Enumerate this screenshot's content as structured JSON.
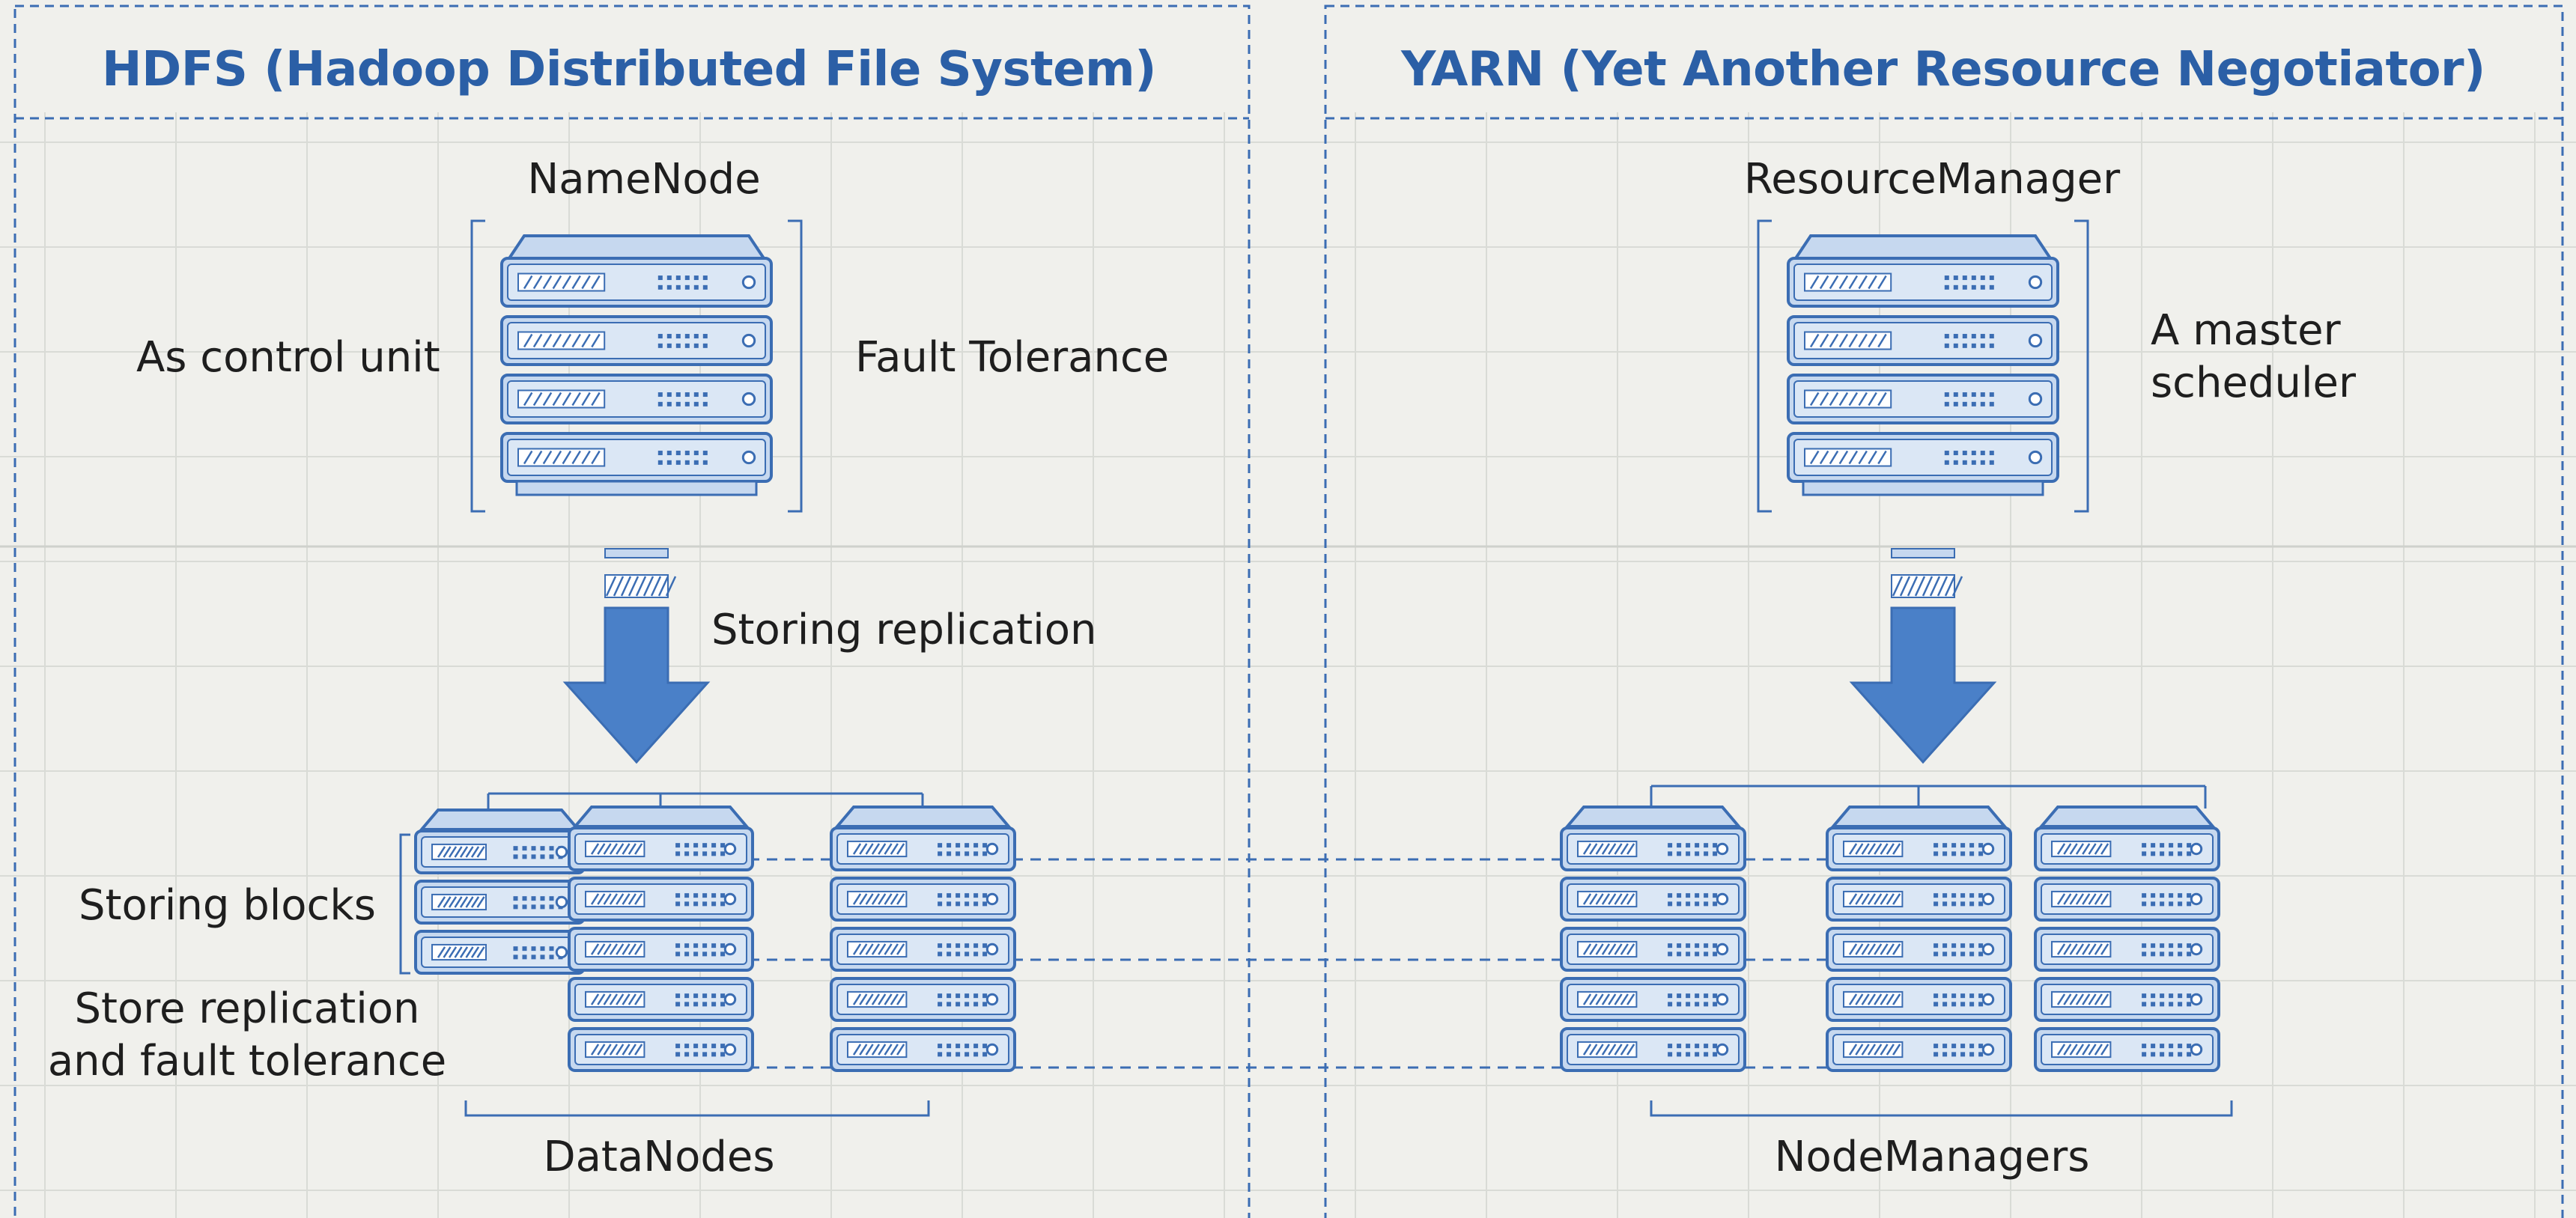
{
  "hdfs": {
    "title": "HDFS (Hadoop Distributed File System)",
    "master_label": "NameNode",
    "master_left_note": "As control unit",
    "master_right_note": "Fault Tolerance",
    "arrow_label": "Storing replication",
    "workers_label": "DataNodes",
    "worker_note_1": "Storing blocks",
    "worker_note_2_line1": "Store replication",
    "worker_note_2_line2": "and fault tolerance"
  },
  "yarn": {
    "title": "YARN (Yet Another Resource Negotiator)",
    "master_label": "ResourceManager",
    "master_note_line1": "A master",
    "master_note_line2": "scheduler",
    "workers_label": "NodeManagers"
  },
  "colors": {
    "accent": "#2b5fa6",
    "server_fill": "#c6d8ef",
    "server_stroke": "#3b6db3",
    "arrow": "#4a80c8",
    "grid": "#d9dbd6",
    "text": "#1e1e1e"
  },
  "icons": {
    "master_server": "server-rack-icon",
    "worker_server": "server-stack-icon",
    "arrow": "arrow-down-icon"
  }
}
